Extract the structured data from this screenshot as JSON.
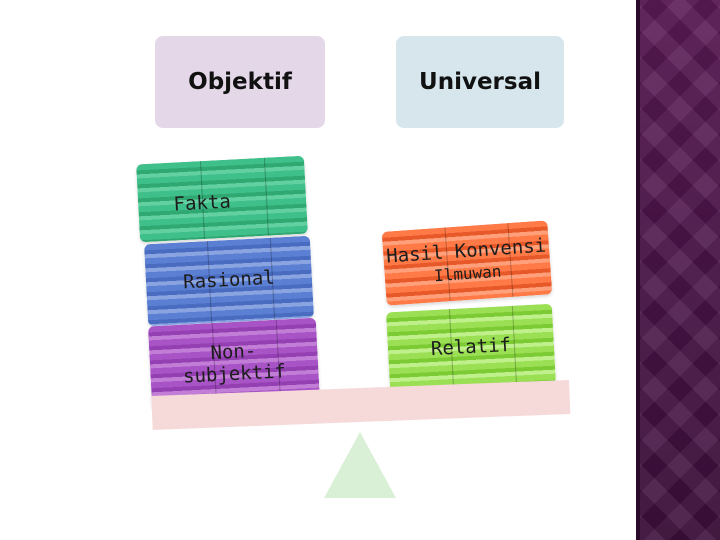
{
  "headers": {
    "left": "Objektif",
    "right": "Universal"
  },
  "left_blocks": [
    {
      "label": "Fakta"
    },
    {
      "label": "Rasional"
    },
    {
      "label_line1": "Non-",
      "label_line2": "subjektif"
    }
  ],
  "right_blocks": [
    {
      "label_line1": "Hasil Konvensi",
      "label_line2": "Ilmuwan"
    },
    {
      "label": "Relatif"
    }
  ],
  "colors": {
    "fakta": "#3fc08a",
    "rasional": "#5b7fd2",
    "nonsubjektif": "#a954c6",
    "konvensi": "#ff7a47",
    "relatif": "#9be054",
    "plank": "#f6dada",
    "fulcrum": "#d9f0d6",
    "side_band": "#4a1448"
  }
}
